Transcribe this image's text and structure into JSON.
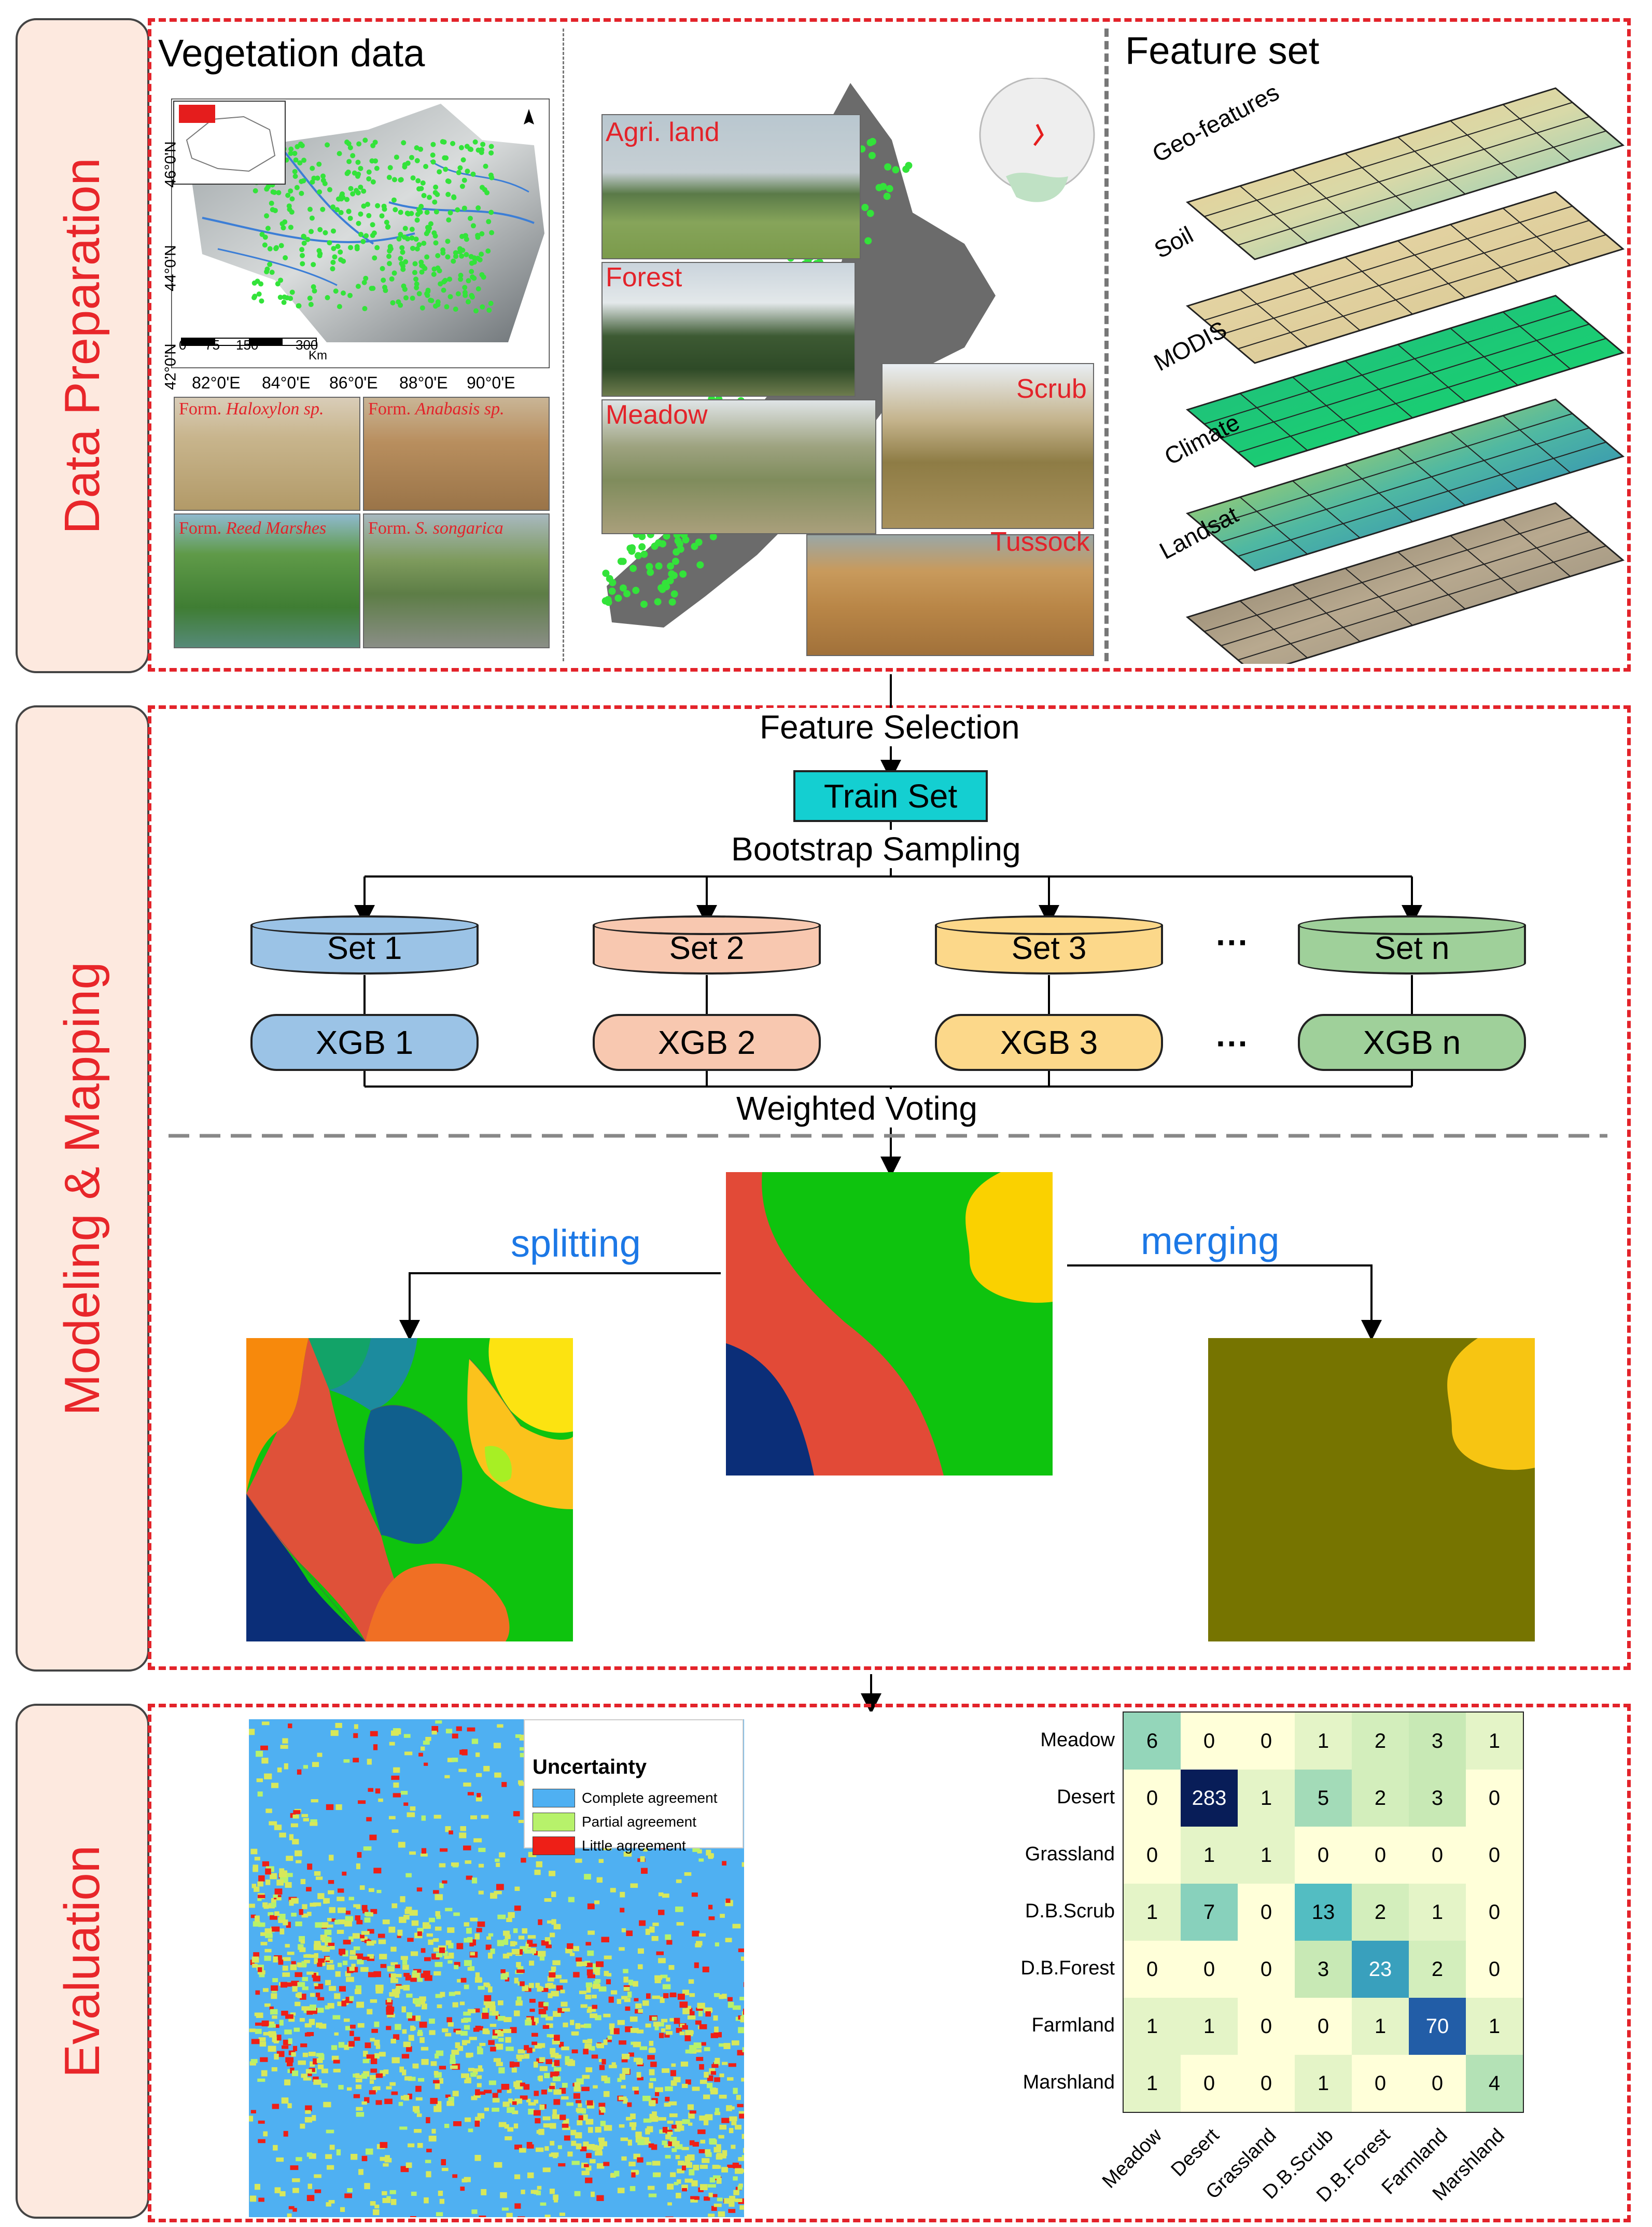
{
  "sections": {
    "prep": "Data Preparation",
    "model": "Modeling & Mapping",
    "eval": "Evaluation"
  },
  "veg": {
    "title": "Vegetation data",
    "lat_labels": [
      "46°0'N",
      "44°0'N",
      "42°0'N"
    ],
    "lon_labels": [
      "82°0'E",
      "84°0'E",
      "86°0'E",
      "88°0'E",
      "90°0'E"
    ],
    "scale": [
      "0",
      "75",
      "150",
      "300",
      "Km"
    ],
    "photos": [
      {
        "prefix": "Form.",
        "name": "Haloxylon sp."
      },
      {
        "prefix": "Form.",
        "name": "Anabasis sp."
      },
      {
        "prefix": "Form.",
        "name": "Reed Marshes"
      },
      {
        "prefix": "Form.",
        "name": "S. songarica"
      }
    ]
  },
  "nz": {
    "photos": [
      "Agri. land",
      "Forest",
      "Meadow",
      "Scrub",
      "Tussock"
    ]
  },
  "features": {
    "title": "Feature set",
    "layers": [
      "Geo-features",
      "Soil",
      "MODIS",
      "Climate",
      "Landsat"
    ]
  },
  "flow": {
    "feature_selection": "Feature Selection",
    "train_set": "Train Set",
    "bootstrap": "Bootstrap  Sampling",
    "sets": [
      "Set 1",
      "Set 2",
      "Set 3",
      "Set n"
    ],
    "models": [
      "XGB 1",
      "XGB 2",
      "XGB 3",
      "XGB n"
    ],
    "ellipsis": "···",
    "weighted_voting": "Weighted  Voting",
    "splitting": "splitting",
    "merging": "merging",
    "colors": [
      "#9bc3e6",
      "#f8c8b0",
      "#fcd88a",
      "#9fd09a"
    ]
  },
  "uncertainty": {
    "title": "Uncertainty",
    "legend": [
      {
        "label": "Complete agreement",
        "color": "#4fb0f2"
      },
      {
        "label": "Partial agreement",
        "color": "#b7f26b"
      },
      {
        "label": "Little agreement",
        "color": "#ee1f17"
      }
    ]
  },
  "chart_data": {
    "type": "heatmap",
    "x_categories": [
      "Meadow",
      "Desert",
      "Grassland",
      "D.B.Scrub",
      "D.B.Forest",
      "Farmland",
      "Marshland"
    ],
    "y_categories": [
      "Meadow",
      "Desert",
      "Grassland",
      "D.B.Scrub",
      "D.B.Forest",
      "Farmland",
      "Marshland"
    ],
    "values": [
      [
        6,
        0,
        0,
        1,
        2,
        3,
        1
      ],
      [
        0,
        283,
        1,
        5,
        2,
        3,
        0
      ],
      [
        0,
        1,
        1,
        0,
        0,
        0,
        0
      ],
      [
        1,
        7,
        0,
        13,
        2,
        1,
        0
      ],
      [
        0,
        0,
        0,
        3,
        23,
        2,
        0
      ],
      [
        1,
        1,
        0,
        0,
        1,
        70,
        1
      ],
      [
        1,
        0,
        0,
        1,
        0,
        0,
        4
      ]
    ]
  }
}
